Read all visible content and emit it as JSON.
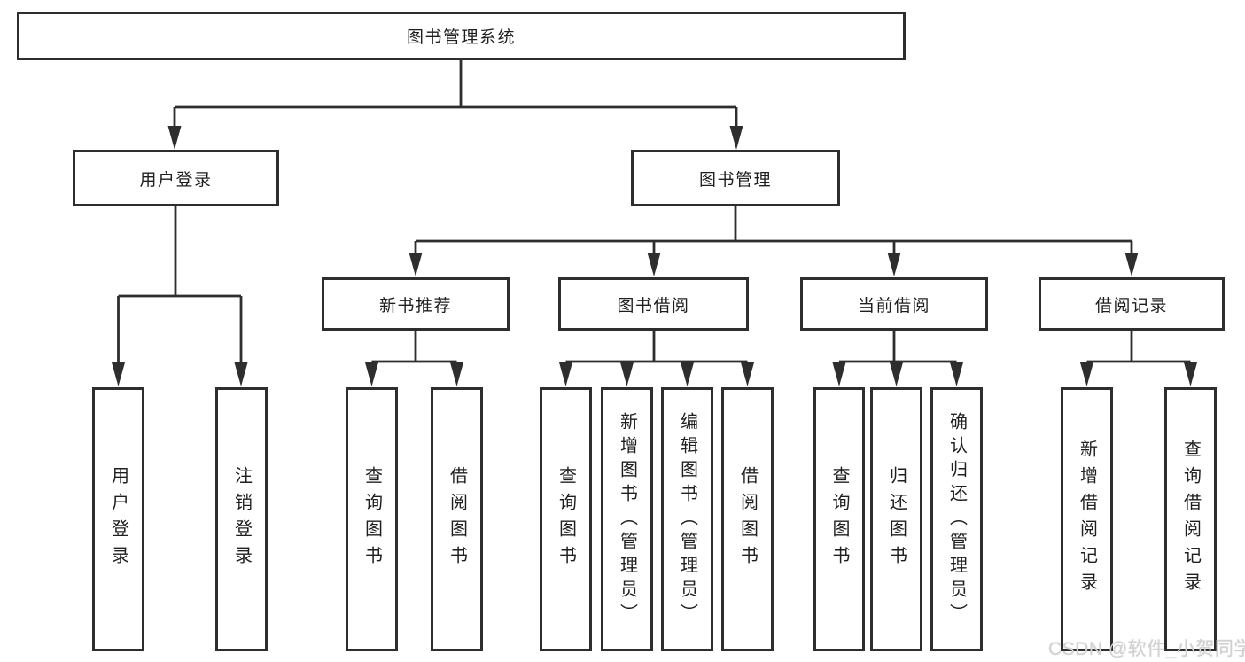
{
  "diagram": {
    "root": {
      "label": "图书管理系统"
    },
    "branches": [
      {
        "label": "用户登录",
        "children": [
          {
            "label": "用户登录"
          },
          {
            "label": "注销登录"
          }
        ]
      },
      {
        "label": "图书管理",
        "children": [
          {
            "label": "新书推荐",
            "children": [
              {
                "label": "查询图书"
              },
              {
                "label": "借阅图书"
              }
            ]
          },
          {
            "label": "图书借阅",
            "children": [
              {
                "label": "查询图书"
              },
              {
                "label": "新增图书（管理员）"
              },
              {
                "label": "编辑图书（管理员）"
              },
              {
                "label": "借阅图书"
              }
            ]
          },
          {
            "label": "当前借阅",
            "children": [
              {
                "label": "查询图书"
              },
              {
                "label": "归还图书"
              },
              {
                "label": "确认归还（管理员）"
              }
            ]
          },
          {
            "label": "借阅记录",
            "children": [
              {
                "label": "新增借阅记录"
              },
              {
                "label": "查询借阅记录"
              }
            ]
          }
        ]
      }
    ],
    "watermark": "CSDN @软件_小贺同学",
    "colors": {
      "line": "#2e2e2e",
      "text": "#1f1f1f",
      "background": "#ffffff",
      "watermark": "#d2d2d2"
    }
  }
}
